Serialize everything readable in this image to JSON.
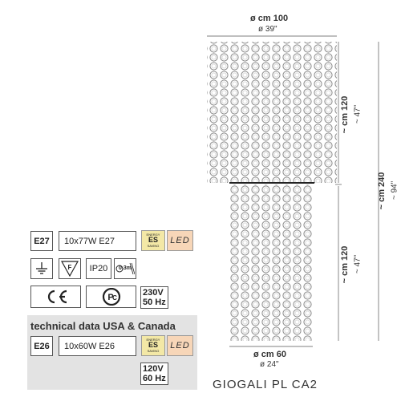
{
  "product_name": "GIOGALI PL CA2",
  "dimensions": {
    "top_width_cm": "ø cm 100",
    "top_width_in": "ø 39\"",
    "top_height_cm": "~ cm 120",
    "top_height_in": "~ 47\"",
    "bottom_height_cm": "~ cm 120",
    "bottom_height_in": "~ 47\"",
    "total_height_cm": "~ cm 240",
    "total_height_in": "~ 94\"",
    "bottom_width_cm": "ø cm 60",
    "bottom_width_in": "ø 24\""
  },
  "technical_eu": {
    "socket": "E27",
    "lamps": "10x77W E27",
    "energy_label_top": "ENERGY",
    "energy_label_mid": "ES",
    "energy_label_bot": "SAVING",
    "led_label": "LED",
    "ip_rating": "IP20",
    "distance_label": "0,3m",
    "voltage": "230V",
    "frequency": "50 Hz"
  },
  "technical_usa": {
    "title": "technical data USA & Canada",
    "socket": "E26",
    "lamps": "10x60W E26",
    "energy_label_top": "ENERGY",
    "energy_label_mid": "ES",
    "energy_label_bot": "SAVING",
    "led_label": "LED",
    "voltage": "120V",
    "frequency": "60 Hz"
  },
  "icons": {
    "ground": "ground-symbol-icon",
    "f_mark": "f-triangle-icon",
    "ce": "ce-mark-icon",
    "gost": "gost-pct-icon"
  }
}
